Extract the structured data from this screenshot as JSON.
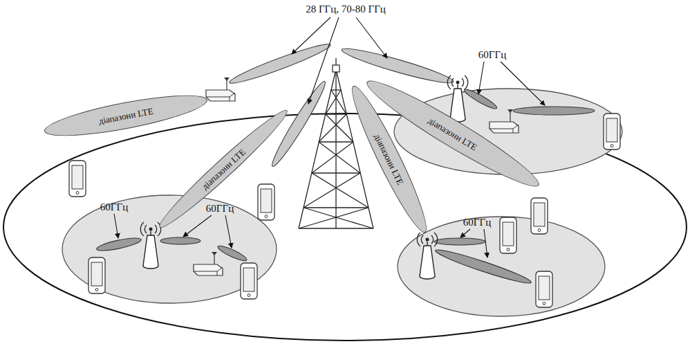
{
  "diagram": {
    "nodes": [
      {
        "text": [
          "діапазони LTE"
        ]
      },
      {
        "text": [
          "діапазони LTE"
        ]
      },
      {
        "text": [
          "діапазони LTE"
        ]
      },
      {
        "text": [
          "діапазони LTE"
        ]
      }
    ],
    "labels": [
      "28 ГГц, 70-80 ГГц",
      "60ГГц",
      "60ГГц",
      "60ГГц",
      "60ГГц"
    ]
  }
}
